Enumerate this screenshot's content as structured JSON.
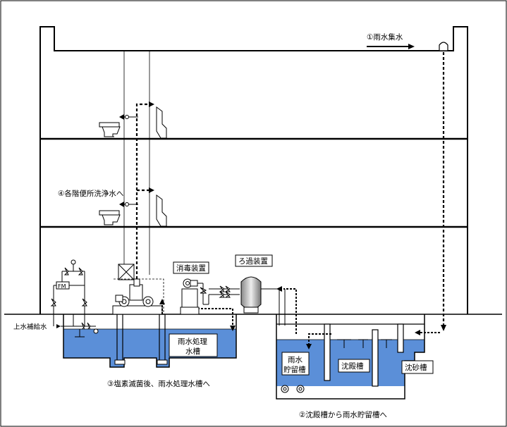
{
  "labels": {
    "rain_collection": "①雨水集水",
    "to_each_floor": "④各階便所洗浄水へ",
    "disinfection_unit": "消毒装置",
    "filtration_unit": "ろ過装置",
    "water_supply_inlet": "上水補給水",
    "treatment_tank_line1": "雨水処理",
    "treatment_tank_line2": "水槽",
    "storage_tank_line1": "雨水",
    "storage_tank_line2": "貯留槽",
    "settling_tank": "沈殿槽",
    "sand_tank": "沈砂槽",
    "step3_caption": "③塩素滅菌後、雨水処理水槽へ",
    "step2_caption": "②沈殿槽から雨水貯留槽へ",
    "flow_meter": "FM"
  },
  "colors": {
    "water": "#5b8fd8",
    "water_light": "#8fb2e3",
    "line": "#000000",
    "ground_fill": "#ffffff"
  }
}
